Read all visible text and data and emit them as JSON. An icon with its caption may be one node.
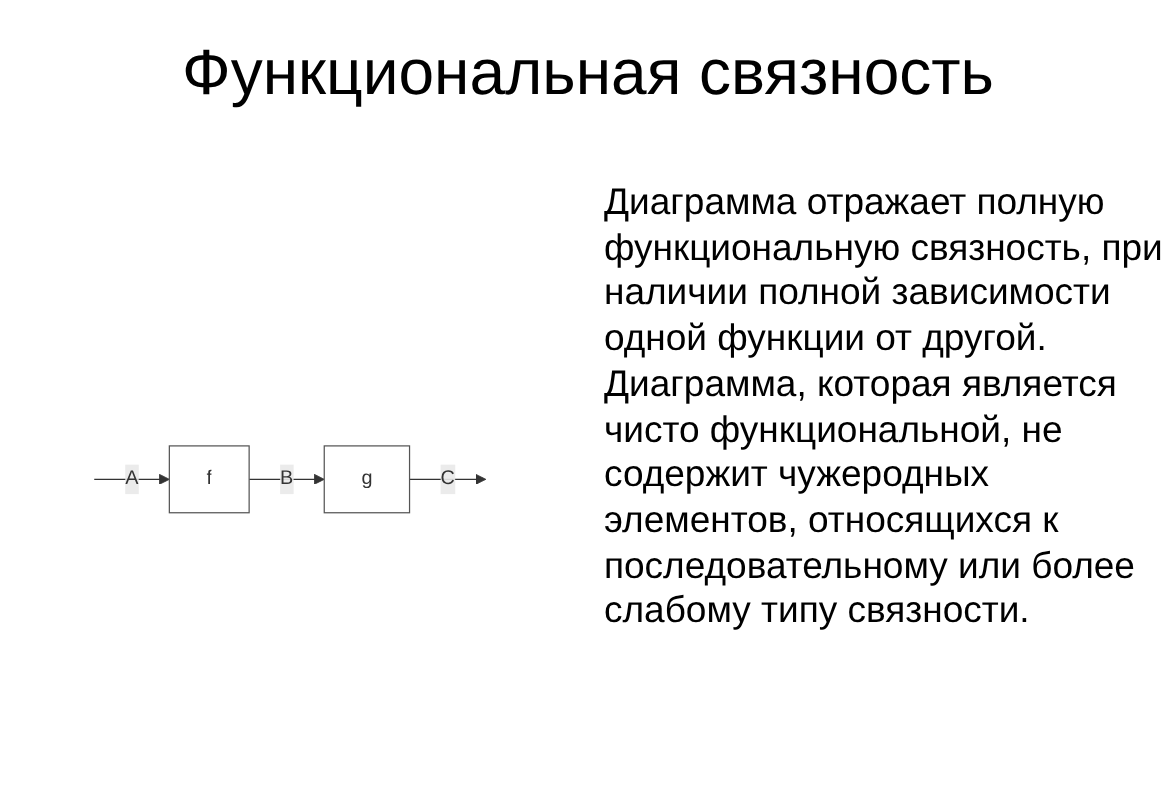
{
  "diagram": {
    "title": "Функциональная связность",
    "nodes": [
      {
        "text": [
          "f"
        ]
      },
      {
        "text": [
          "g"
        ]
      }
    ],
    "edges": [
      {
        "from": null,
        "to": 0,
        "arrow": "to",
        "label": "A"
      },
      {
        "from": 0,
        "to": 1,
        "arrow": "to",
        "label": "B"
      },
      {
        "from": 1,
        "to": null,
        "arrow": "to",
        "label": "C"
      }
    ],
    "labels": [
      "Диаграмма отражает полную функциональную связность, при наличии полной зависимости одной функции от другой. Диаграмма, которая является чисто функциональной, не содержит чужеродных элементов, относящихся к последовательному или более слабому типу связности."
    ]
  }
}
